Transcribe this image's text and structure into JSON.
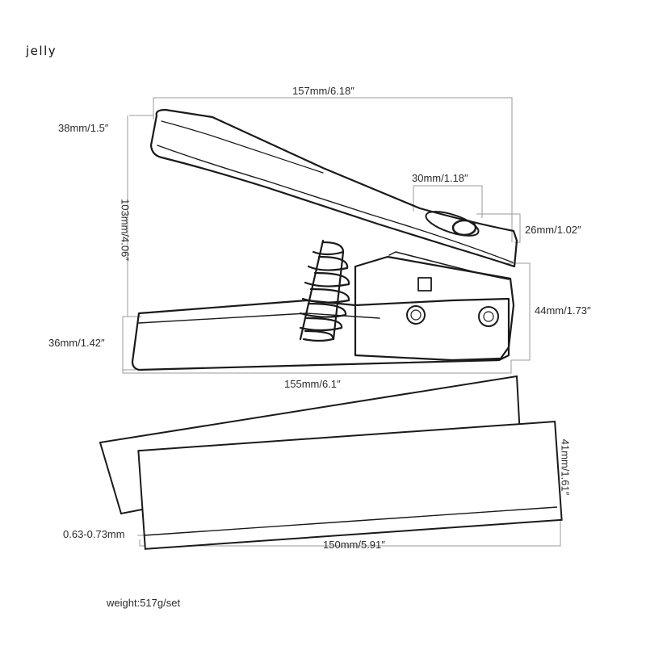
{
  "brand": "jelly",
  "dimensions": {
    "top_width": "157mm/6.18″",
    "top_height": "38mm/1.5″",
    "total_height": "103mm/4.06″",
    "slot_width": "30mm/1.18″",
    "slot_height": "26mm/1.02″",
    "front_height": "44mm/1.73″",
    "base_height": "36mm/1.42″",
    "base_length": "155mm/6.1″",
    "strip_height": "41mm/1.61″",
    "strip_thickness": "0.63-0.73mm",
    "strip_length": "150mm/5.91″"
  },
  "weight": "weight:517g/set"
}
